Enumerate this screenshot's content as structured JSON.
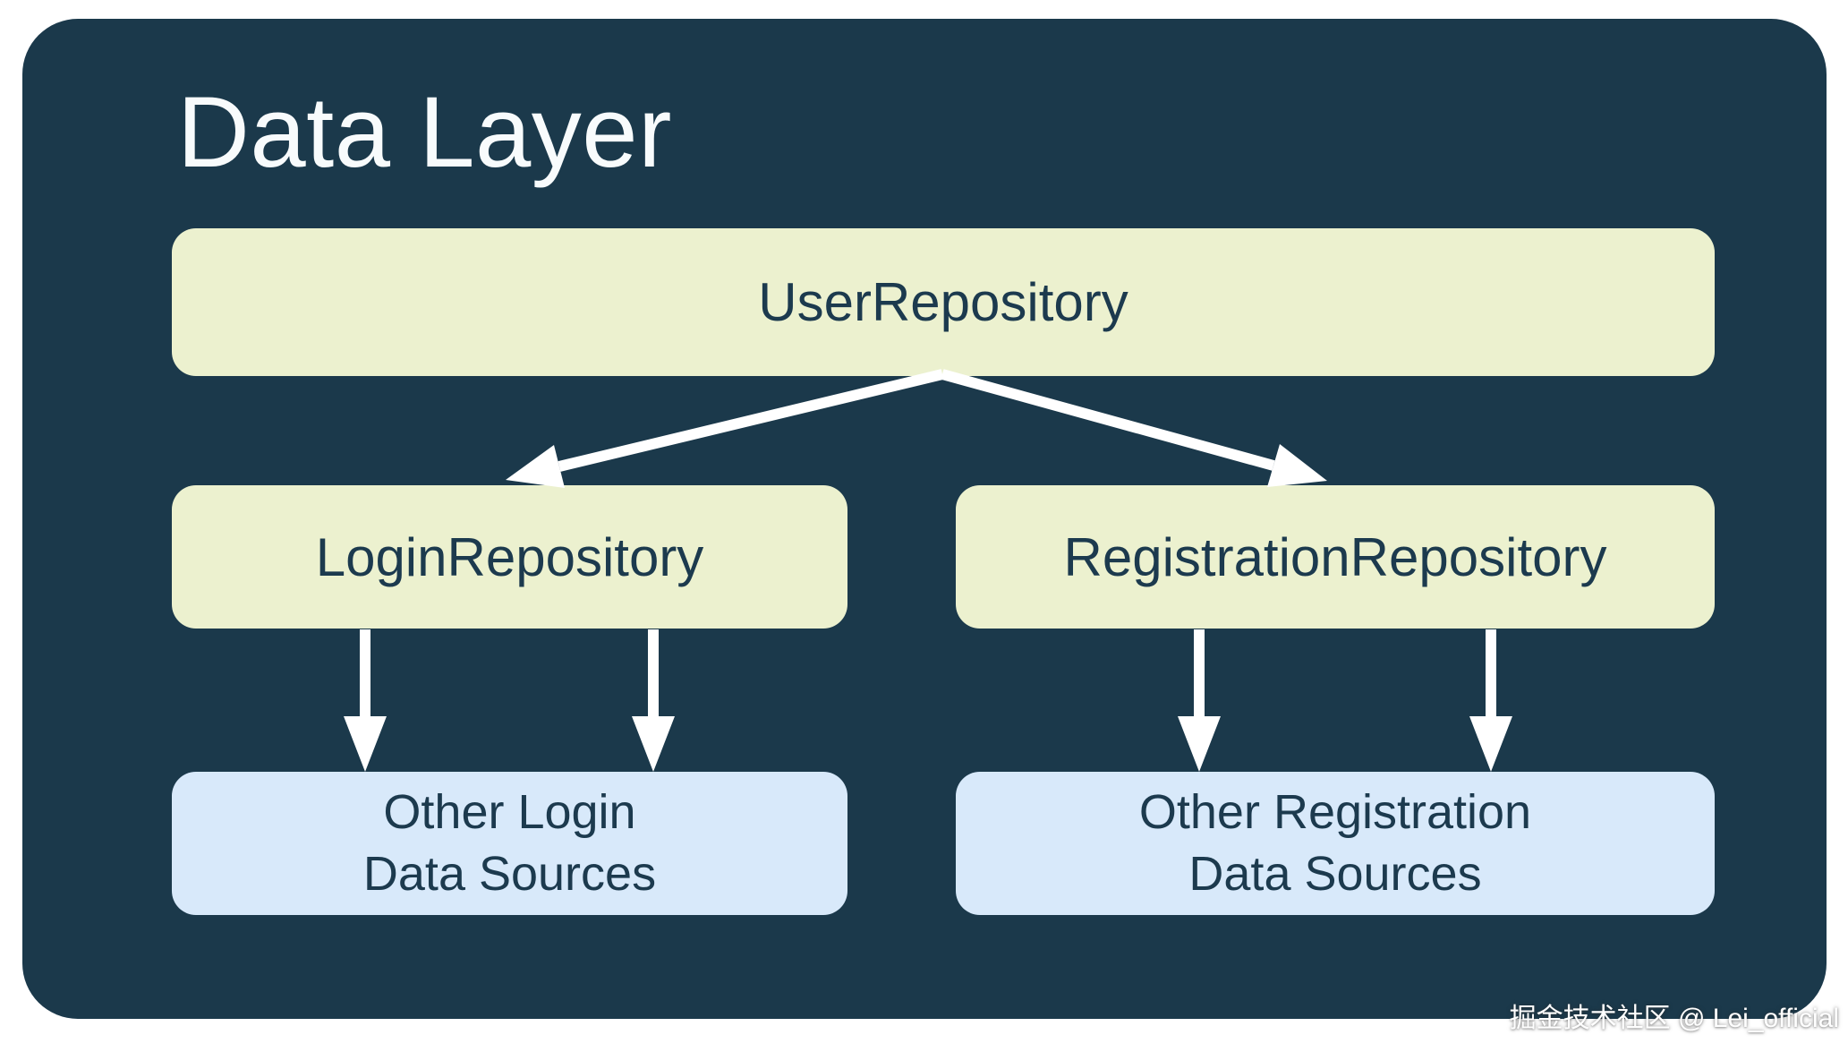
{
  "diagram": {
    "title": "Data Layer",
    "colors": {
      "canvas_background": "#FFFFFF",
      "container_background": "#1B394B",
      "repository_box_background": "#ECF1CF",
      "data_source_box_background": "#D8E9FA",
      "box_text": "#1C3A4E",
      "title_text": "#F8FBFC",
      "arrow": "#FFFFFF"
    },
    "nodes": {
      "user_repository": {
        "label": "UserRepository"
      },
      "login_repository": {
        "label": "LoginRepository"
      },
      "registration_repository": {
        "label": "RegistrationRepository"
      },
      "other_login_data_sources": {
        "label_line1": "Other Login",
        "label_line2": "Data Sources"
      },
      "other_registration_data_sources": {
        "label_line1": "Other Registration",
        "label_line2": "Data Sources"
      }
    },
    "edges": [
      {
        "from": "UserRepository",
        "to": "LoginRepository"
      },
      {
        "from": "UserRepository",
        "to": "RegistrationRepository"
      },
      {
        "from": "LoginRepository",
        "to": "Other Login Data Sources"
      },
      {
        "from": "LoginRepository",
        "to": "Other Login Data Sources"
      },
      {
        "from": "RegistrationRepository",
        "to": "Other Registration Data Sources"
      },
      {
        "from": "RegistrationRepository",
        "to": "Other Registration Data Sources"
      }
    ]
  },
  "watermark": {
    "text": "掘金技术社区 @ Lei_official"
  }
}
